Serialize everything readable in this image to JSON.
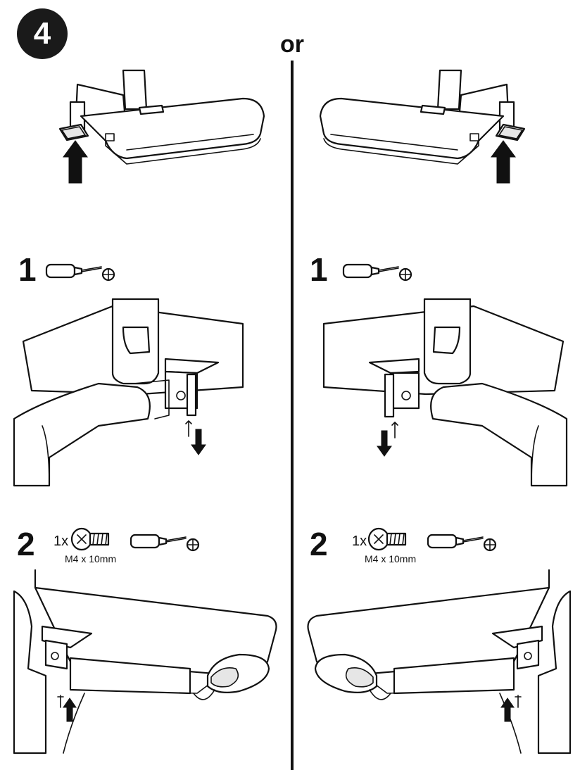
{
  "step": {
    "number": "4"
  },
  "alternative_label": "or",
  "left": {
    "substeps": [
      {
        "number": "1",
        "tool": "phillips-screwdriver"
      },
      {
        "number": "2",
        "quantity": "1x",
        "part": "M4 x 10mm",
        "tool": "phillips-screwdriver"
      }
    ]
  },
  "right": {
    "substeps": [
      {
        "number": "1",
        "tool": "phillips-screwdriver"
      },
      {
        "number": "2",
        "quantity": "1x",
        "part": "M4 x 10mm",
        "tool": "phillips-screwdriver"
      }
    ]
  },
  "icons": {
    "tool": "screwdriver-icon",
    "phillips": "phillips-head-icon",
    "screw": "screw-icon",
    "arrow_up": "arrow-up-icon",
    "arrow_down": "arrow-down-icon"
  }
}
